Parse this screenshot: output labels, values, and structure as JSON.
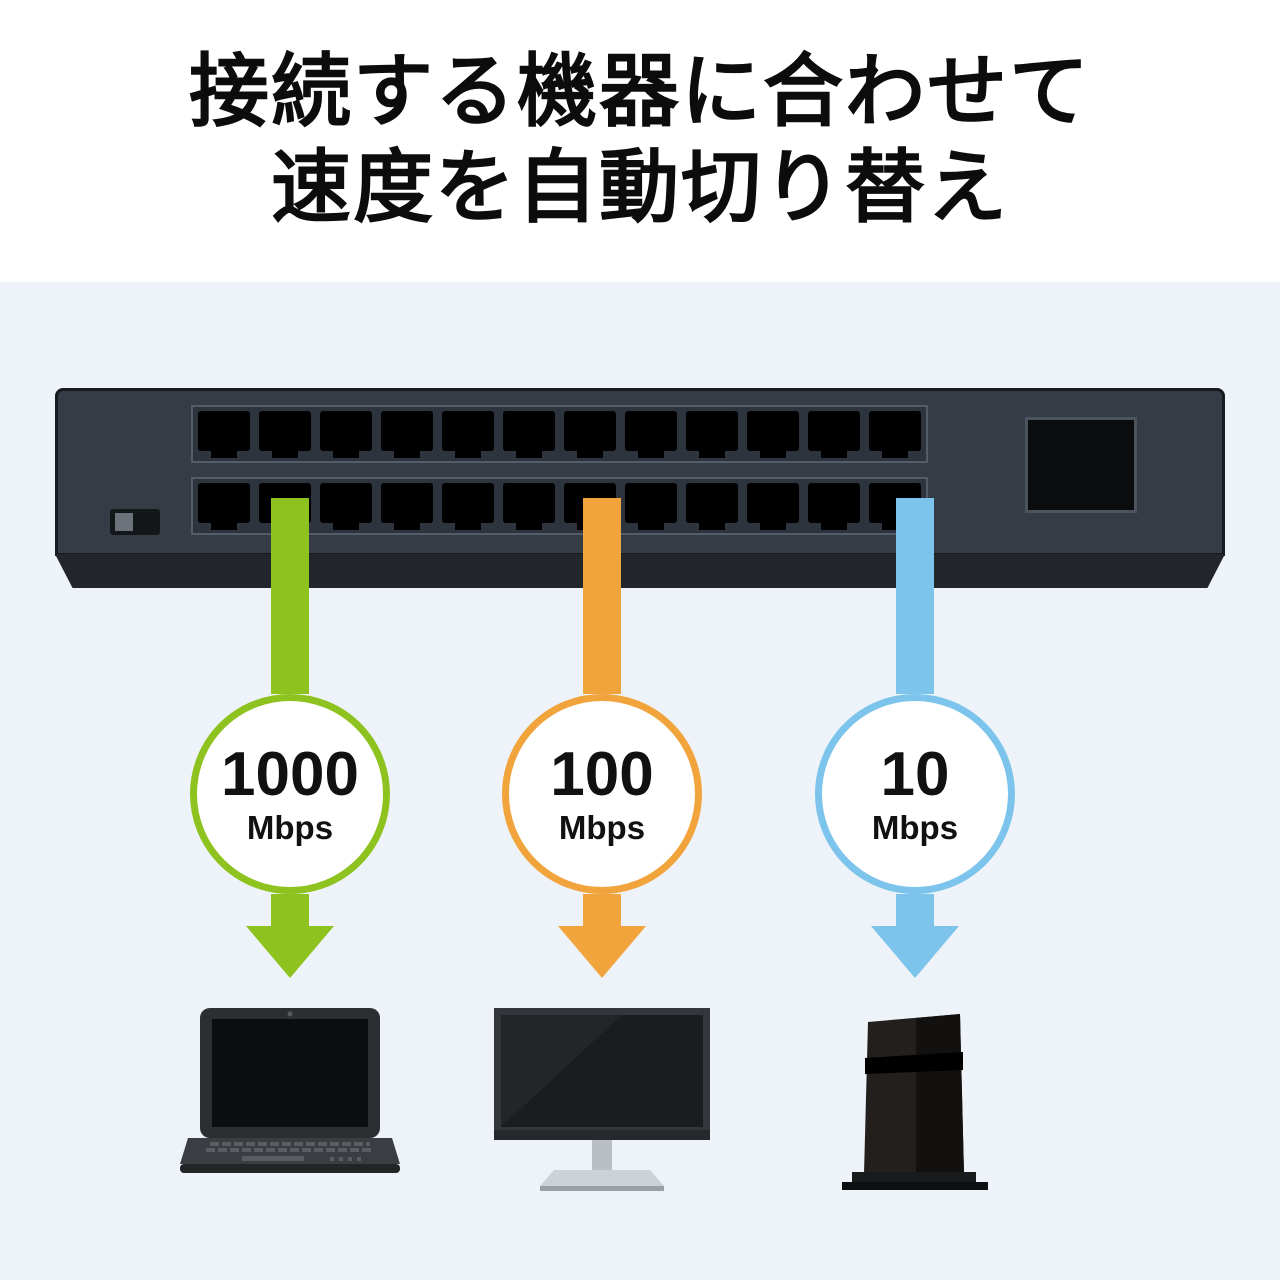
{
  "title": {
    "line1": "接続する機器に合わせて",
    "line2": "速度を自動切り替え"
  },
  "network_switch": {
    "rows": 2,
    "ports_per_row": 12
  },
  "speeds": [
    {
      "value": "1000",
      "unit": "Mbps",
      "color": "#8dc21f",
      "device": "laptop"
    },
    {
      "value": "100",
      "unit": "Mbps",
      "color": "#f1a43c",
      "device": "desktop-monitor"
    },
    {
      "value": "10",
      "unit": "Mbps",
      "color": "#7cc4ec",
      "device": "game-console"
    }
  ],
  "colors": {
    "panel_background": "#edf3f8",
    "switch_body": "#353c45",
    "title_text": "#0c0c0c"
  }
}
